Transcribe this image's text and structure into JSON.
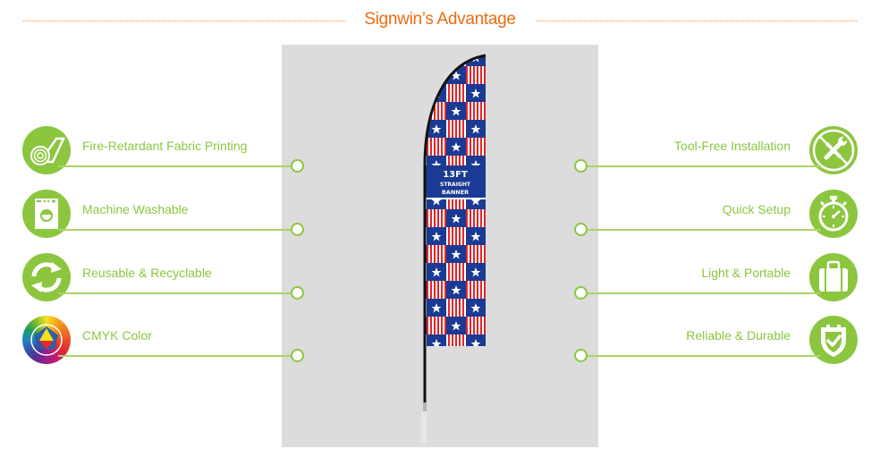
{
  "header": {
    "title": "Signwin’s Advantage",
    "accent_color": "#ec6c10"
  },
  "product": {
    "name": "13FT STRAIGHT BANNER",
    "label_line1": "13FT",
    "label_line2": "STRAIGHT",
    "label_line3": "BANNER",
    "pattern": "stars-and-stripes",
    "colors": {
      "blue": "#1a3a93",
      "red": "#e0262b",
      "white": "#ffffff",
      "panel": "#dcdcdc"
    }
  },
  "features": {
    "left": [
      {
        "label": "Fire-Retardant Fabric Printing",
        "icon": "fabric-roll-icon"
      },
      {
        "label": "Machine Washable",
        "icon": "washing-machine-icon"
      },
      {
        "label": "Reusable & Recyclable",
        "icon": "recycle-arrows-icon"
      },
      {
        "label": "CMYK Color",
        "icon": "color-wheel-icon"
      }
    ],
    "right": [
      {
        "label": "Tool-Free Installation",
        "icon": "tools-crossed-icon"
      },
      {
        "label": "Quick Setup",
        "icon": "stopwatch-icon"
      },
      {
        "label": "Light & Portable",
        "icon": "suitcase-icon"
      },
      {
        "label": "Reliable & Durable",
        "icon": "shield-check-icon"
      }
    ],
    "accent_color": "#8cc63f"
  }
}
